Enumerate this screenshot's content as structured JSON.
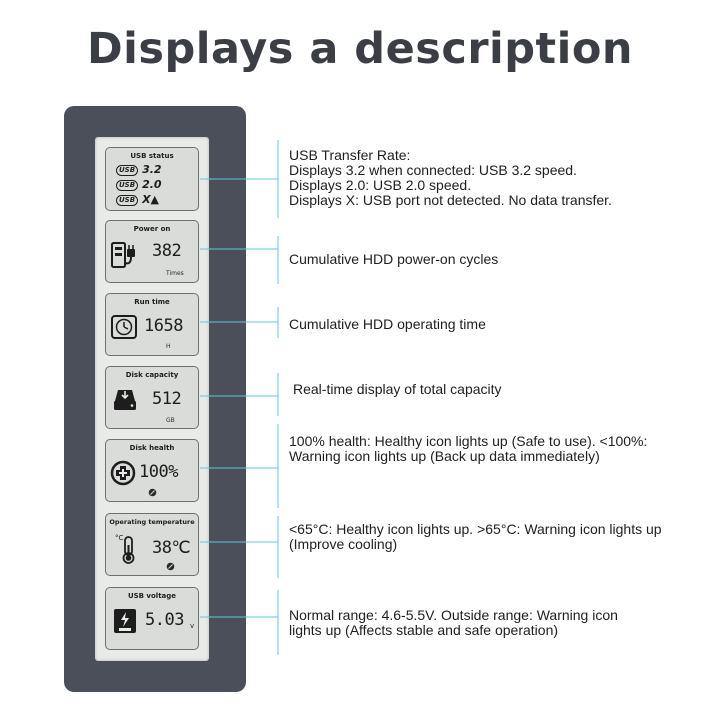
{
  "title": "Displays a description",
  "modules": {
    "usb_status": {
      "title": "USB status",
      "rows": [
        {
          "logo": "USB",
          "value": "3.2"
        },
        {
          "logo": "USB",
          "value": "2.0"
        },
        {
          "logo": "USB",
          "value": "X▲"
        }
      ]
    },
    "power_on": {
      "title": "Power on",
      "value": "382",
      "unit": "Times"
    },
    "run_time": {
      "title": "Run time",
      "value": "1658",
      "unit": "H"
    },
    "disk_capacity": {
      "title": "Disk capacity",
      "value": "512",
      "unit": "GB"
    },
    "disk_health": {
      "title": "Disk health",
      "value": "100%"
    },
    "operating_temperature": {
      "title": "Operating temperature",
      "value": "38℃"
    },
    "usb_voltage": {
      "title": "USB voltage",
      "value": "5.03",
      "unit": "v"
    }
  },
  "descriptions": {
    "usb_rate": [
      "USB Transfer Rate:",
      "Displays 3.2 when connected: USB 3.2 speed.",
      "Displays 2.0: USB 2.0 speed.",
      "Displays X: USB port not detected. No data transfer."
    ],
    "power_cycles": "Cumulative HDD power-on cycles",
    "operating_time": "Cumulative HDD operating time",
    "capacity": "Real-time display of total capacity",
    "health": [
      "100% health: Healthy icon lights up (Safe to use). <100%:",
      "Warning icon lights up (Back up data immediately)"
    ],
    "temperature": [
      "<65°C: Healthy icon lights up. >65°C: Warning icon lights up",
      "(Improve cooling)"
    ],
    "voltage": [
      "Normal range: 4.6-5.5V. Outside range: Warning icon",
      "lights up (Affects stable and safe operation)"
    ]
  },
  "colors": {
    "device_body": "#4a4f5a",
    "screen": "#e8ebe7",
    "leader_line": "#5ec8e0",
    "title": "#3b3e44"
  }
}
